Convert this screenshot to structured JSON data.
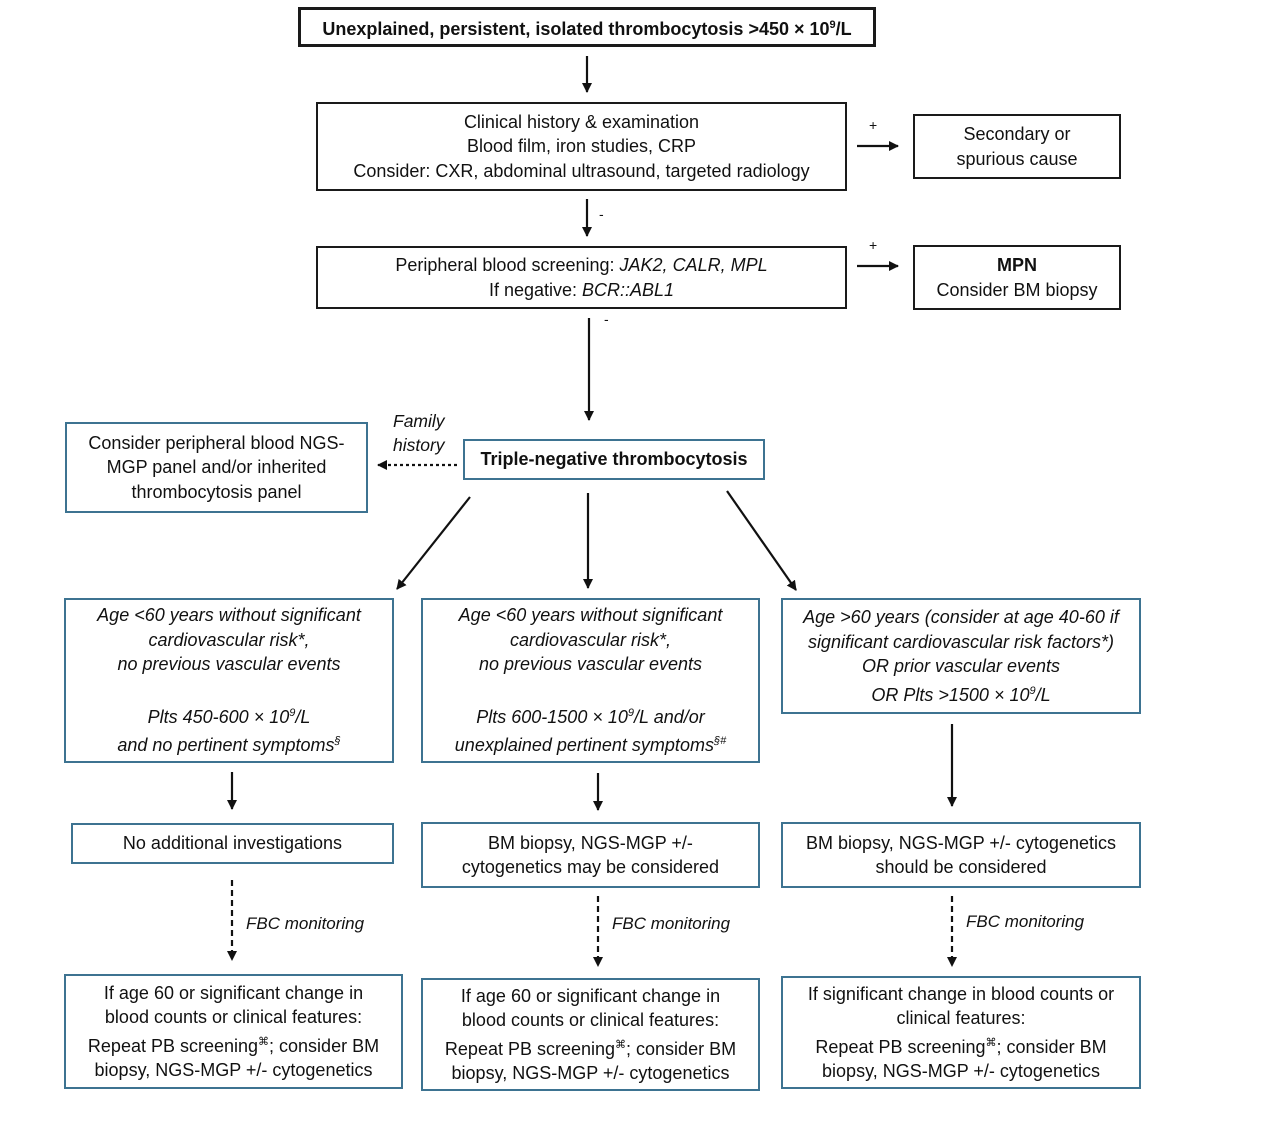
{
  "title_box": {
    "text_pre": "Unexplained, persistent, isolated thrombocytosis >450 × 10",
    "sup": "9",
    "text_post": "/L"
  },
  "clinical_box": {
    "line1": "Clinical history & examination",
    "line2": "Blood film, iron studies, CRP",
    "line3": "Consider: CXR, abdominal ultrasound, targeted radiology"
  },
  "secondary_box": {
    "line1": "Secondary or",
    "line2": "spurious cause"
  },
  "screening_box": {
    "l1_pre": "Peripheral blood screening: ",
    "l1_gene1": "JAK2",
    "l1_comma1": ", ",
    "l1_gene2": "CALR",
    "l1_comma2": ", ",
    "l1_gene3": "MPL",
    "l2_pre": "If negative: ",
    "l2_gene": "BCR::ABL1"
  },
  "mpn_box": {
    "title": "MPN",
    "line2": "Consider BM biopsy"
  },
  "signs": {
    "plus": "+",
    "minus": "-"
  },
  "family_history": {
    "line1": "Family",
    "line2": "history"
  },
  "ngs_box": {
    "line1": "Consider peripheral blood NGS-",
    "line2": "MGP panel and/or inherited",
    "line3": "thrombocytosis panel"
  },
  "triple_box": {
    "text": "Triple-negative thrombocytosis"
  },
  "col1": {
    "criteria": {
      "line1": "Age <60 years without significant",
      "line2": "cardiovascular risk*,",
      "line3": "no previous vascular events",
      "line4_pre": "Plts 450-600 × 10",
      "line4_sup": "9",
      "line4_post": "/L",
      "line5_pre": "and no pertinent symptoms",
      "line5_sup": "§"
    },
    "action": {
      "line1": "No additional investigations"
    },
    "monitor_label": "FBC monitoring",
    "followup": {
      "line1": "If age 60 or significant change in",
      "line2": "blood counts or clinical features:",
      "line3_pre": "Repeat PB screening",
      "line3_sup": "⌘",
      "line3_post": "; consider BM",
      "line4": "biopsy, NGS-MGP +/- cytogenetics"
    }
  },
  "col2": {
    "criteria": {
      "line1": "Age <60 years without significant",
      "line2": "cardiovascular risk*,",
      "line3": "no previous vascular events",
      "line4_pre": "Plts 600-1500 × 10",
      "line4_sup": "9",
      "line4_post": "/L and/or",
      "line5_pre": "unexplained pertinent symptoms",
      "line5_sup": "§#"
    },
    "action": {
      "line1": "BM biopsy, NGS-MGP +/-",
      "line2": "cytogenetics may be considered"
    },
    "monitor_label": "FBC monitoring",
    "followup": {
      "line1": "If age 60 or significant change in",
      "line2": "blood counts or clinical features:",
      "line3_pre": "Repeat PB screening",
      "line3_sup": "⌘",
      "line3_post": "; consider BM",
      "line4": "biopsy, NGS-MGP +/- cytogenetics"
    }
  },
  "col3": {
    "criteria": {
      "line1": "Age >60 years (consider at age 40-60 if",
      "line2": "significant cardiovascular risk factors*)",
      "line3": "OR prior vascular events",
      "line4_pre": "OR Plts >1500 × 10",
      "line4_sup": "9",
      "line4_post": "/L"
    },
    "action": {
      "line1": "BM biopsy, NGS-MGP +/- cytogenetics",
      "line2": "should be considered"
    },
    "monitor_label": "FBC monitoring",
    "followup": {
      "line1": "If significant change in blood counts or",
      "line2": "clinical features:",
      "line3_pre": "Repeat PB screening",
      "line3_sup": "⌘",
      "line3_post": "; consider BM",
      "line4": "biopsy, NGS-MGP +/- cytogenetics"
    }
  },
  "colors": {
    "box_blue": "#3d7391",
    "box_black": "#1a1a1a"
  }
}
